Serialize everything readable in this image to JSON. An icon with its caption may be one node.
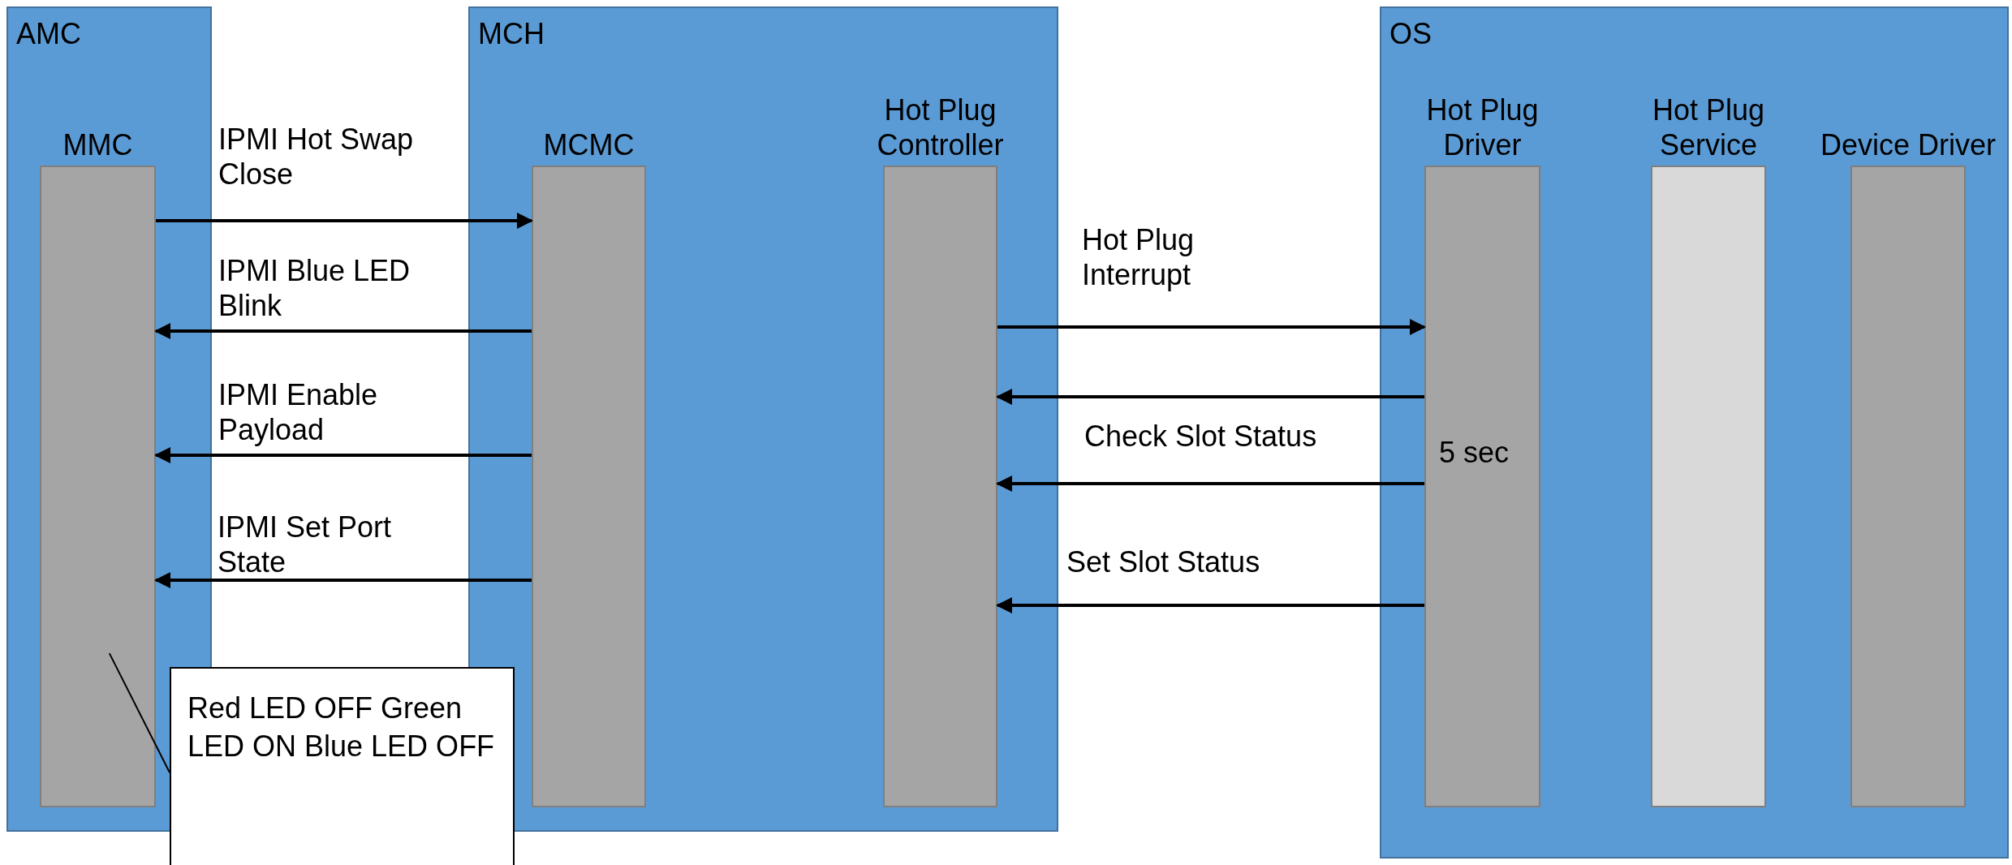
{
  "diagram": {
    "nodes": [
      {
        "text": [
          "AMC"
        ]
      },
      {
        "text": [
          "MMC"
        ],
        "in": 0
      },
      {
        "text": [
          "MCH"
        ]
      },
      {
        "text": [
          "MCMC"
        ],
        "in": 2
      },
      {
        "text": [
          "Hot Plug Controller"
        ],
        "in": 2
      },
      {
        "text": [
          "OS"
        ]
      },
      {
        "text": [
          "Hot Plug Driver",
          "5 sec"
        ],
        "in": 5
      },
      {
        "text": [
          "Hot Plug Service"
        ],
        "in": 5
      },
      {
        "text": [
          "Device Driver"
        ],
        "in": 5
      },
      {
        "text": [
          "Red LED OFF Green LED ON Blue LED OFF"
        ]
      }
    ],
    "edges": [
      {
        "from": 1,
        "to": 3,
        "arrow": "to",
        "label": "IPMI Hot Swap Close"
      },
      {
        "from": 3,
        "to": 1,
        "arrow": "to",
        "label": "IPMI Blue LED Blink"
      },
      {
        "from": 3,
        "to": 1,
        "arrow": "to",
        "label": "IPMI Enable Payload"
      },
      {
        "from": 3,
        "to": 1,
        "arrow": "to",
        "label": "IPMI Set Port State"
      },
      {
        "from": 4,
        "to": 6,
        "arrow": "to",
        "label": "Hot Plug Interrupt"
      },
      {
        "from": 6,
        "to": 4,
        "arrow": "to"
      },
      {
        "from": 6,
        "to": 4,
        "arrow": "to",
        "label": "Check Slot Status"
      },
      {
        "from": 6,
        "to": 4,
        "arrow": "to",
        "label": "Set Slot Status"
      },
      {
        "from": 9,
        "to": 1,
        "arrow": "none"
      }
    ]
  }
}
